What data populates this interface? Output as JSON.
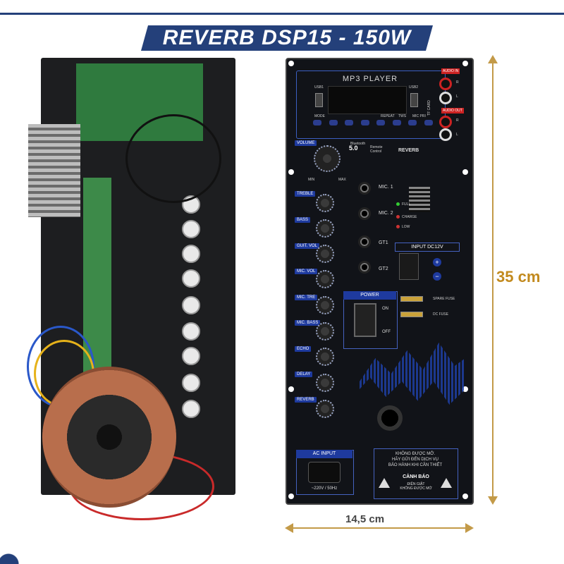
{
  "title": "REVERB DSP15 - 150W",
  "dimensions": {
    "height": "35 cm",
    "width": "14,5 cm"
  },
  "panel": {
    "mp3_title": "MP3 PLAYER",
    "mp3_buttons": [
      "MODE",
      "REPEAT",
      "TWS",
      "MIC PRI"
    ],
    "usb1": "USB1",
    "usb2": "USB2",
    "tf_card": "TF CARD",
    "audio_in": "AUDIO IN",
    "audio_out": "AUDIO OUT",
    "r": "R",
    "l": "L",
    "volume": "VOLUME",
    "min": "MIN",
    "max": "MAX",
    "bluetooth": "Bluetooth",
    "bluetooth_version": "5.0",
    "remote": "Remote Control",
    "brand": "REVERB",
    "knobs": [
      "TREBLE",
      "BASS",
      "GUIT. VOL",
      "MIC. VOL",
      "MIC. TRE",
      "MIC. BASS",
      "ECHO",
      "DELAY",
      "REVERB"
    ],
    "mic1": "MIC. 1",
    "mic2": "MIC. 2",
    "gt1": "GT1",
    "gt2": "GT2",
    "leds": [
      "FULL",
      "CHARGE",
      "LOW"
    ],
    "input_dc": "INPUT DC12V",
    "power": "POWER",
    "on": "ON",
    "off": "OFF",
    "spare_fuse": "SPARE FUSE",
    "dc_fuse": "DC FUSE",
    "ac_input": "AC INPUT",
    "ac_voltage": "~220V / 50Hz",
    "warning_text": "KHÔNG ĐƯỢC MỞ.\nHÃY GỬI ĐẾN DỊCH VỤ\nBẢO HÀNH KHI CẦN THIẾT",
    "warning_title": "CẢNH BÁO",
    "warning_sub": "ĐIỆN GIẬT\nKHÔNG ĐƯỢC MỞ"
  },
  "colors": {
    "brand": "#24407a",
    "dimension": "#c39a48",
    "panel_accent": "#1e3a9e"
  }
}
